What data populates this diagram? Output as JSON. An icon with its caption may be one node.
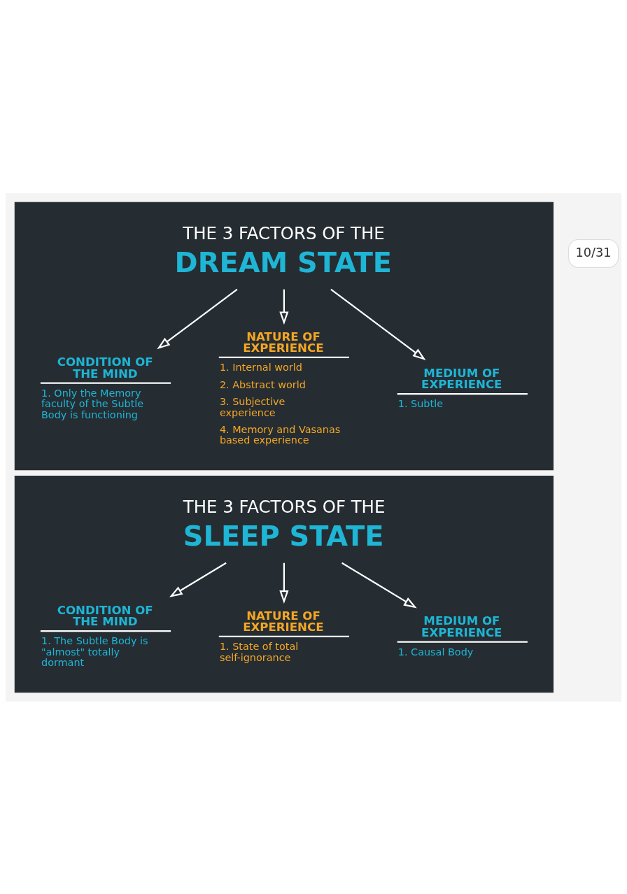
{
  "diagram": {
    "nodes": [
      {
        "text": [],
        "shape": "box"
      },
      {
        "text": [
          "THE 3 FACTORS OF THE",
          "DREAM STATE"
        ],
        "in": 0
      },
      {
        "text": [
          "CONDITION OF THE MIND",
          "1. Only the Memory faculty of the Subtle Body is functioning"
        ],
        "in": 0
      },
      {
        "text": [
          "NATURE OF EXPERIENCE",
          "1. Internal world",
          "2. Abstract world",
          "3. Subjective experience",
          "4. Memory and Vasanas based experience"
        ],
        "in": 0
      },
      {
        "text": [
          "MEDIUM OF EXPERIENCE",
          "1. Subtle"
        ],
        "in": 0
      },
      {
        "text": [],
        "shape": "box"
      },
      {
        "text": [
          "THE 3 FACTORS OF THE",
          "SLEEP STATE"
        ],
        "in": 5
      },
      {
        "text": [
          "CONDITION OF THE MIND",
          "1. The Subtle Body is \"almost\" totally dormant"
        ],
        "in": 5
      },
      {
        "text": [
          "NATURE OF EXPERIENCE",
          "1. State of total self-ignorance"
        ],
        "in": 5
      },
      {
        "text": [
          "MEDIUM OF EXPERIENCE",
          "1. Causal Body"
        ],
        "in": 5
      }
    ],
    "edges": [
      {
        "from": 1,
        "to": 2,
        "arrow": "to"
      },
      {
        "from": 1,
        "to": 3,
        "arrow": "to"
      },
      {
        "from": 1,
        "to": 4,
        "arrow": "to"
      },
      {
        "from": 6,
        "to": 7,
        "arrow": "to"
      },
      {
        "from": 6,
        "to": 8,
        "arrow": "to"
      },
      {
        "from": 6,
        "to": 9,
        "arrow": "to"
      }
    ],
    "labels": [
      "10/31"
    ]
  }
}
